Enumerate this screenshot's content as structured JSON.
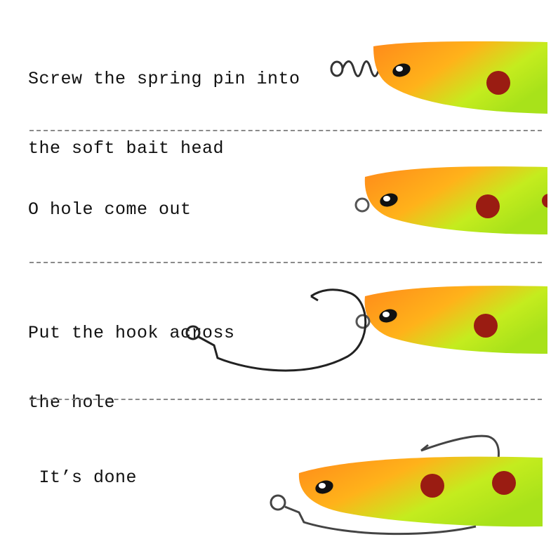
{
  "steps": [
    {
      "line1": "Screw the spring pin into",
      "line2": "the soft bait head"
    },
    {
      "line1": "O hole come out",
      "line2": ""
    },
    {
      "line1": "Put the hook across",
      "line2": "the hole"
    },
    {
      "line1": " It’s done",
      "line2": ""
    }
  ],
  "colors": {
    "bait_orange": "#ff8a1a",
    "bait_green": "#b8e81e",
    "spot": "#9a1c12",
    "eye": "#111111",
    "hook": "#222222",
    "divider": "#8a8a8a"
  }
}
